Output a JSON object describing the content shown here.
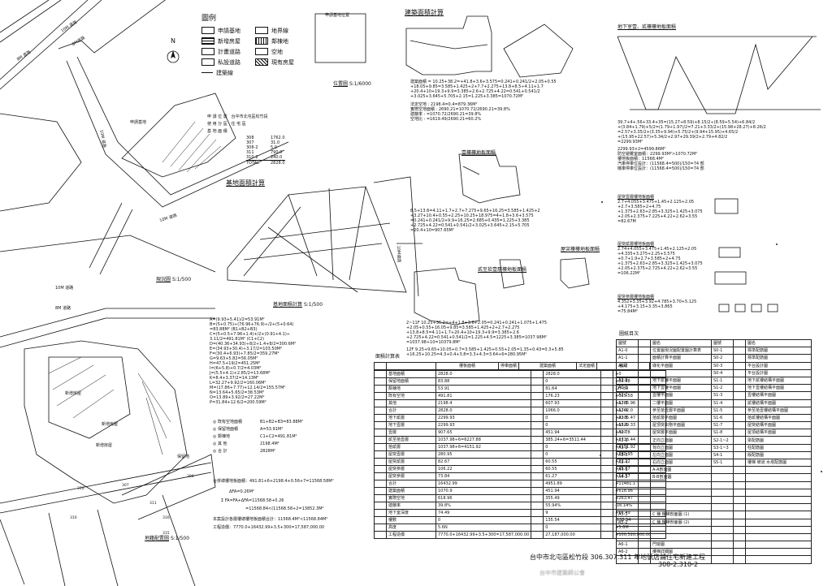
{
  "legend": {
    "title": "圖例",
    "items": [
      {
        "label": "申請基地",
        "pattern": "box"
      },
      {
        "label": "新增房屋",
        "pattern": "d"
      },
      {
        "label": "計畫道路",
        "pattern": "box"
      },
      {
        "label": "私設道路",
        "pattern": "box"
      },
      {
        "label": "建築線",
        "pattern": "line"
      },
      {
        "label": "地界線",
        "pattern": "box"
      },
      {
        "label": "鄰棟地",
        "pattern": "v"
      },
      {
        "label": "空地",
        "pattern": "box"
      },
      {
        "label": "現有房屋",
        "pattern": "h"
      }
    ],
    "north": "N"
  },
  "location": {
    "label": "位置圖",
    "scale": "S:1/6000",
    "note": "申請基地位置"
  },
  "basic_info": {
    "rows": [
      {
        "label": "申 請 位 置",
        "value": "台中市北屯區松竹段"
      },
      {
        "label": "使 用 分 區",
        "value": "住 宅 區"
      },
      {
        "label": "基 地 面 積",
        "value": ""
      }
    ],
    "lots": [
      {
        "lot": "308",
        "area": "1762.0"
      },
      {
        "lot": "307",
        "area": "31.0"
      },
      {
        "lot": "308-2",
        "area": "5.0"
      },
      {
        "lot": "311",
        "area": "790.0"
      },
      {
        "lot": "310-2",
        "area": "240.0"
      }
    ],
    "total_label": "TOTAL",
    "total": "2828.0"
  },
  "plans": {
    "site_plan_label": "現況圖",
    "site_plan_scale": "S:1/500",
    "layout_label": "地籍配置圖",
    "layout_scale": "S:1/500",
    "area_calc_title": "基地面積計算",
    "area_calc_footer": "基地面積計算",
    "area_calc_scale": "S:1/500",
    "road_labels": [
      "10M 道路",
      "8M道路",
      "8M 道路",
      "10M 道路",
      "10M 道路",
      "10M 道路",
      "8M 道路",
      "10M道路"
    ],
    "site_labels": [
      "申請基地",
      "新增房屋",
      "新增房屋",
      "新增房屋",
      "保留地"
    ],
    "lot_numbers": [
      "308",
      "308",
      "311",
      "307",
      "310",
      "316",
      "310",
      "315"
    ]
  },
  "formulas_left": [
    "A=(9.93+5.41)/2=53.91M²",
    "B=(5+0.75)÷(76.96+76.9)÷/2+(5+0.64)",
    "  =83.88M²  (B1+B2+B3)",
    "C=(5+0.5+7.96+1.4)+/2+(0.91+4.1)÷",
    "  3.11/2=491.81M²  (C1+C2)",
    "D=(40.36+34.93)÷8/2÷1.4+8/2=300.6M²",
    "E=(34.93+30.4)÷3.17/2=103.50M²",
    "F=(30.4+6.93)÷7.85/2=359.27M²",
    "G=9.63+5.82=56.05M²",
    "H=47.5+19/2=451.25M²",
    "I=(6+5.8)+0.7/2=4.03M²",
    "J=(5.5+4.1)+2.85/2=13.68M²",
    "K=8.4+3.37/2=14.13M²",
    "L=32.27+9.92/2=160.06M²",
    "M=(17.86+7.77)+12.14/2=155.57M²",
    "N=13.64+5.65/2=38.53M²",
    "O=13.89+3.92/2=27.22M²",
    "P=31.84+12.6/2=200.59M²"
  ],
  "summary_left": [
    {
      "mark": "◎",
      "label": "既有空地面積",
      "value": "B1+B2+B3=83.88M²"
    },
    {
      "mark": "◎",
      "label": "保留地面積",
      "value": "A=53.91M²"
    },
    {
      "mark": "◎",
      "label": "鄰棟地",
      "value": "C1+C2=491.81M²"
    },
    {
      "mark": "◎",
      "label": "其 他",
      "value": "2198.4M²"
    },
    {
      "mark": "◎",
      "label": "合 計",
      "value": "2828M²"
    }
  ],
  "bottom_left": [
    "合併總樓地板面積：491.81+6+2198.4+0.56+7=11568.58M²",
    "ΔFA=0.26M²",
    "Σ FA=FA+ΔFA=11568.58+0.26",
    "=11568.84<(11568.58+2=13852.3M²",
    "本案設計各層樓總樓地板面積合計：11568.4M²<11568.84M²",
    "工程造價：7770.0+16432.99+3.5+300=17,587,000.00"
  ],
  "floor_area": {
    "title": "建築面積計算",
    "lines": [
      "建築面積 = 10.25+38.2=+41.8+3.6+3.575=0.241+0.241/2+2.05+0.55",
      "+18.05+9.85=3.585+1.425+2+7.7+2.275+13.8+8.5÷4.11+1.7",
      "+20.4+10+19.3+9.9=3.385+2.6+2.725+4.22=0.541+0.541/2",
      "+3.025+3.645+5.705+2.15=1.225+3.385=1070.72M²",
      "",
      "法定空地 : 2198.4=0.4=879.36M²",
      "實際空地面積 : 2690.21=1070.72/2690.21=39.8%",
      "建蔽率 : =1070.72/2690.21=39.8%",
      "空地比 : =1619.49/2690.21=60.2%"
    ]
  },
  "upper_floor": {
    "title": "壹樓樓地板面積",
    "lines": [
      "8.5+13.6=4.11+1.7+2.7+7.275+9.65+16.25=3.585+1.425+2",
      "+3.27+10.4+0.55+2.25+10.25+18.975=4+1.8+3.6+3.575",
      "=0.241+0.241/2+9.9+16.25=2.685+0.435=1.225+3.385",
      "+2.725+4.22=0.541+0.541/2+3.025+3.645+2.15+5.705",
      "=20.4+10=907.65M²"
    ]
  },
  "second_floor": {
    "title": "貳至拾壹層樓地板面積",
    "lines": [
      "2~11F 10.25+36.2=+4+1.8+3.6+2.05=0.241+0.241+1.075+1.475",
      "+2.05+0.55+16.05+9.85=3.585+1.425+2+2.7+2.275",
      "+13.8+8.5=4.11+1.7+20.4+10+19.3+9.9=3.385+2.6",
      "+2.725+4.22=0.541+0.541/2=1.225+4.5=1225+3.385=1037.98M²",
      "=1037.98+10=10379.8M²",
      "12F 9.25+9.65+10.05+0.7=3.585+1.425+0.55+2.05=1.35+0.43=0.3+5.85",
      "+16.25+10.25=4.3+0.4+3.8=3.3+4.3=3.64+6=280.95M²"
    ]
  },
  "roof_floor_title": "屋突樓樓地板面積",
  "area_table": {
    "title": "面積計算表",
    "headers": [
      "",
      "",
      "樓板面積",
      "停車面積",
      "建築面積",
      "法定面積",
      "差距"
    ],
    "rows": [
      [
        "",
        "基地面積",
        "2828.0",
        "",
        "2828.0",
        "",
        "+0"
      ],
      [
        "",
        "保留地面積",
        "83.88",
        "",
        "0",
        "",
        "+83.88"
      ],
      [
        "",
        "鄰棟地",
        "53.91",
        "",
        "81.64",
        "",
        "-27.83"
      ],
      [
        "",
        "既有空地",
        "491.81",
        "",
        "176.23",
        "",
        "+315.58"
      ],
      [
        "",
        "其他",
        "2198.4",
        "",
        "607.93",
        "",
        "+1785.96"
      ],
      [
        "",
        "合計",
        "2828.0",
        "",
        "1066.0",
        "",
        "+1762.0"
      ],
      [
        "",
        "地下貳層",
        "2299.93",
        "",
        "0",
        "",
        "+2335.47"
      ],
      [
        "",
        "地下壹層",
        "2299.93",
        "",
        "0",
        "",
        "+1529.33"
      ],
      [
        "",
        "壹層",
        "907.65",
        "",
        "451.94",
        "",
        "+407.8"
      ],
      [
        "",
        "貳至拾壹層",
        "1037.98÷6=6227.88",
        "",
        "385.24+6=3511.44",
        "",
        "+2716.44"
      ],
      [
        "",
        "拾貳層",
        "1037.98+6=4151.92",
        "",
        "0",
        "",
        "+4151.92"
      ],
      [
        "",
        "屋突壹層",
        "280.95",
        "",
        "0",
        "",
        "+280.95"
      ],
      [
        "",
        "屋突貳層",
        "82.67",
        "",
        "60.55",
        "",
        "+22.12"
      ],
      [
        "",
        "屋突參層",
        "106.22",
        "",
        "60.55",
        "",
        "+45.67"
      ],
      [
        "",
        "屋突參層",
        "73.84",
        "",
        "61.27",
        "",
        "+14.57"
      ],
      [
        "",
        "合計",
        "16432.99",
        "",
        "4951.89",
        "",
        "+11481.1"
      ],
      [
        "",
        "建築面積",
        "1070.9",
        "",
        "451.94",
        "",
        "+618.96"
      ],
      [
        "",
        "實際空地",
        "618.96",
        "",
        "355.49",
        "",
        "+263.47"
      ],
      [
        "",
        "建蔽率",
        "39.8%",
        "",
        "55.94%",
        "",
        "-16.14%"
      ],
      [
        "",
        "地下室深度",
        "74.49",
        "",
        "9",
        "",
        "+65.49"
      ],
      [
        "",
        "樓數",
        "0",
        "",
        "135.54",
        "",
        "-135.54"
      ],
      [
        "",
        "高度",
        "5.6N",
        "",
        "0",
        "",
        "+5.6M"
      ],
      [
        "",
        "工程造價",
        "7770.0+16432.99+3.5+300=17,587,000.00",
        "",
        "27,187,000.00",
        "",
        "+100,520,000.00"
      ]
    ]
  },
  "basement": {
    "title": "地下室壹、貳樓樓地板面積",
    "lines": [
      "39.7+4+.56+33.4+35=(15.27+8.59)+8.15/2÷(8.59+5.54)+6.84/2",
      "+(3.84+1.79)+5/2=(1.79+1.97)/2=7.21+3.33/2+(15.98+28.27)+8.26/2",
      "=2.57+3.35/2+(3.35+9.94)+5.75/2+(9.94+15.95)+4.65/2",
      "+(15.95+22.57)+5.34/2+2.97+29.39/2+2.79+4.82/2",
      "=2299.93M²",
      "2299.93×2=4599.86M²",
      "防空避難室面積：2299.93M²>1070.72M²",
      "樓地板面積：11568.4M²",
      "汽車停車位設計：(11568.4=500)/150=74 部",
      "機車停車位設計：(11568.4=500)/150=74 部"
    ]
  },
  "roof1": {
    "title": "屋突壹層樓地板面積",
    "lines": [
      "2.7+4.055+3.475+1.45+2.125+2.05",
      "+2.7+3.585+2+4.75",
      "+1.375+2.63+2.85+3.325+1.425+3.075",
      "+2.05+2.375+7.225+4.22+2.62+3.55",
      "=82.67M"
    ]
  },
  "roof2": {
    "title": "屋突貳層樓地板面積",
    "lines": [
      "2.74+4.055+3.475+1.45+2.125+2.05",
      "+4.335+3.275+2.25+3.575",
      "+0.7+1.9+2.7+3.585+2+4.75",
      "+1.375+2.63+2.85+3.325+1.425+3.075",
      "+2.05+2.375+2.725+4.22+2.62+3.55",
      "=106.22M²"
    ]
  },
  "roof3": {
    "title": "屋突參層樓地板面積",
    "lines": [
      "4.352+3.35+3.92+4.785+3.70+5.125",
      "+4.175+3.15+3.35+3.865",
      "=75.84M²"
    ]
  },
  "drawing_index": {
    "title": "圖紙目次",
    "headers": [
      "圖號",
      "",
      "圖名",
      "圖號",
      "",
      "圖名"
    ],
    "rows": [
      [
        "A1-0",
        "",
        "位置圖現況圖配置圖計算表",
        "S0-1",
        "",
        "標準配筋圖"
      ],
      [
        "A1-1",
        "",
        "面積計算平面圖",
        "S0-2",
        "",
        "標準配筋圖"
      ],
      [
        "A1-2",
        "",
        "綠化平面圖",
        "S0-3",
        "",
        "平台設計圖"
      ],
      [
        "",
        "",
        "",
        "S0-4",
        "",
        "平台設計圖"
      ],
      [
        "A2-0",
        "",
        "地下貳樓平面圖",
        "S1-1",
        "",
        "地下貳樓結構平面圖"
      ],
      [
        "A2-1",
        "",
        "地下壹樓平面圖",
        "S1-2",
        "",
        "地下壹樓結構平面圖"
      ],
      [
        "A2-2",
        "",
        "壹樓平面圖",
        "S1-3",
        "",
        "壹樓結構平面圖"
      ],
      [
        "A2-3",
        "",
        "二樓平面圖",
        "S1-4",
        "",
        "貳樓結構平面圖"
      ],
      [
        "A2-4",
        "",
        "參至拾壹層平面圖",
        "S1-5",
        "",
        "參至拾壹樓結構平面圖"
      ],
      [
        "A2-5",
        "",
        "拾貳層平面圖",
        "S1-6",
        "",
        "拾貳樓結構平面圖"
      ],
      [
        "A2-6",
        "",
        "屋頂突出物平面圖",
        "S1-7",
        "",
        "屋突結構平面圖"
      ],
      [
        "A2-7",
        "",
        "屋突層平面圖",
        "S1-8",
        "",
        "屋頂結構平面圖"
      ],
      [
        "A3-1",
        "",
        "正向立面圖",
        "S2-1~2",
        "",
        "梁配筋圖"
      ],
      [
        "A3-2",
        "",
        "背向立面圖",
        "S3-1~3",
        "",
        "柱配筋圖"
      ],
      [
        "A3-3",
        "",
        "左向立面圖",
        "S4-1",
        "",
        "版配筋圖"
      ],
      [
        "A3-4",
        "",
        "右向立面圖",
        "S5-1",
        "",
        "樓梯 坡道 水塔配筋圖"
      ],
      [
        "A4-1",
        "",
        "A-A剖面圖",
        "",
        "",
        ""
      ],
      [
        "A4-2",
        "",
        "B-B剖面圖",
        "",
        "",
        ""
      ],
      [
        "",
        "",
        "",
        "",
        "",
        ""
      ],
      [
        "",
        "",
        "",
        "",
        "",
        ""
      ],
      [
        "",
        "",
        "",
        "",
        "",
        ""
      ],
      [
        "",
        "",
        "",
        "",
        "",
        ""
      ],
      [
        "A5-1",
        "",
        "C 棟 樓梯剖面圖 (1)",
        "",
        "",
        ""
      ],
      [
        "A5-2",
        "",
        "C 棟 樓梯剖面圖 (2)",
        "",
        "",
        ""
      ],
      [
        "",
        "",
        "",
        "",
        "",
        ""
      ],
      [
        "",
        "",
        "",
        "",
        "",
        ""
      ],
      [
        "A6-1",
        "",
        "門窗圖",
        "",
        "",
        ""
      ],
      [
        "A6-2",
        "",
        "樓梯詳細圖",
        "",
        "",
        ""
      ],
      [
        "",
        "",
        "",
        "",
        "",
        ""
      ]
    ]
  },
  "project": {
    "title_line": "台中市北屯區松竹段 306.307.311 年地號店鋪住宅新建工程",
    "sub_line": "308-2.310-2",
    "footer_blur": "台中市建築師公會"
  }
}
